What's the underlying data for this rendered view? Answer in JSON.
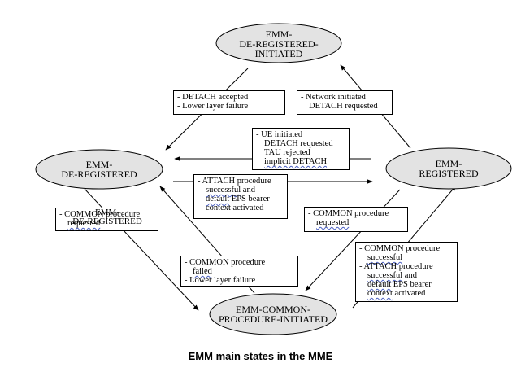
{
  "states": {
    "deregistered_initiated": {
      "line1": "EMM-",
      "line2": "DE-REGISTERED-",
      "line3": "INITIATED"
    },
    "deregistered": {
      "line1": "EMM-",
      "line2": "DE-REGISTERED"
    },
    "registered": {
      "line1": "EMM-",
      "line2": "REGISTERED"
    },
    "common_procedure_initiated": {
      "line1": "EMM-COMMON-",
      "line2": "PROCEDURE-INITIATED"
    }
  },
  "transitions": {
    "detach_accepted": {
      "line1": "-  DETACH accepted",
      "line2": "-  Lower layer failure"
    },
    "network_detach": {
      "line1": "-  Network initiated",
      "line2": "DETACH requested"
    },
    "ue_detach": {
      "line1": "-  UE initiated",
      "line2": "DETACH requested",
      "line3": "TAU rejected",
      "line4": "implicit DETACH"
    },
    "attach": {
      "line1": "-  ATTACH procedure",
      "line2": "successful",
      "line3": " and",
      "line4": "default",
      "line5": " EPS bearer",
      "line6": "context activated"
    },
    "common_from_deregistered": {
      "line1": "-  COMMON procedure",
      "line2": "requested",
      "overlay1": "EMM-",
      "overlay2": "DE-REGISTERED"
    },
    "common_from_registered": {
      "line1": "-  COMMON procedure",
      "line2": "requested"
    },
    "common_failed": {
      "line1": "-  COMMON procedure",
      "line2": "failed",
      "line3": "-  Lower layer failure"
    },
    "common_success": {
      "line1": "-  COMMON procedure",
      "line2": "successful",
      "line3": "-  ATTACH procedure",
      "line4": "successful",
      "line5": " and",
      "line6": "default",
      "line7": " EPS bearer",
      "line8": "context",
      "line9": " activated"
    }
  },
  "caption": "EMM main states in the MME"
}
